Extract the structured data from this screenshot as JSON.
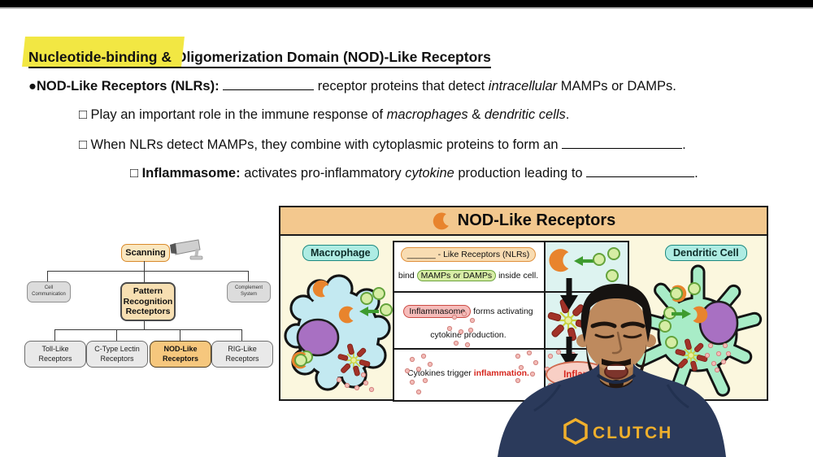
{
  "colors": {
    "highlight": "#f2e743",
    "header_tan": "#f3c88e",
    "crescent_orange": "#e8842d",
    "cell_label_teal": "#aeece3",
    "macrophage_fill": "#c3e9f1",
    "dendritic_fill": "#a8ecc7",
    "nucleus_purple": "#a870c2",
    "inflammation_red": "#d6251d",
    "shirt_navy": "#2b3a5b",
    "brand_gold": "#efaf2c"
  },
  "title": {
    "highlight": "Nucleotide-binding &",
    "rest": " Oligomerization Domain (NOD)-Like Receptors"
  },
  "lines": {
    "l1": {
      "lead": "●NOD-Like Receptors (NLRs): ",
      "mid": " receptor proteins that detect ",
      "it": "intracellular",
      "end": " MAMPs or DAMPs."
    },
    "l2": {
      "lead": "□ Play an important role in the immune response of ",
      "it1": "macrophages",
      "amp": " & ",
      "it2": "dendritic cells",
      "end": "."
    },
    "l3": {
      "lead": "□ When NLRs detect MAMPs, they combine with cytoplasmic proteins to form an ",
      "end": "."
    },
    "l4": {
      "lead": "□ ",
      "bold": "Inflammasome:",
      "mid": " activates pro-inflammatory ",
      "it": "cytokine",
      "mid2": " production leading to ",
      "end": "."
    }
  },
  "flowchart": {
    "scanning": "Scanning",
    "camera_icon": "security-camera-icon",
    "prr": "Pattern\nRecognition\nRecteptors",
    "cell_comm": "Cell\nCommunication",
    "complement": "Complement\nSystem",
    "leaves": [
      {
        "label": "Toll-Like\nReceptors",
        "active": false
      },
      {
        "label": "C-Type Lectin\nReceptors",
        "active": false
      },
      {
        "label": "NOD-Like\nReceptors",
        "active": true
      },
      {
        "label": "RIG-Like\nReceptors",
        "active": false
      }
    ]
  },
  "diagram": {
    "header": "NOD-Like Receptors",
    "macrophage_label": "Macrophage",
    "dendritic_label": "Dendritic Cell",
    "row1": {
      "pill": "______ - Like Receptors (NLRs)",
      "pre": "bind ",
      "green": "MAMPs or DAMPs",
      "post": " inside cell."
    },
    "row2": {
      "pill": "Inflammasome",
      "after": " forms activating",
      "line2": "cytokine production."
    },
    "row3": {
      "pre": "Cytokines trigger ",
      "red": "inflammation."
    },
    "inflam": "Inflam"
  },
  "presenter": {
    "shirt_brand": "CLUTCH"
  }
}
